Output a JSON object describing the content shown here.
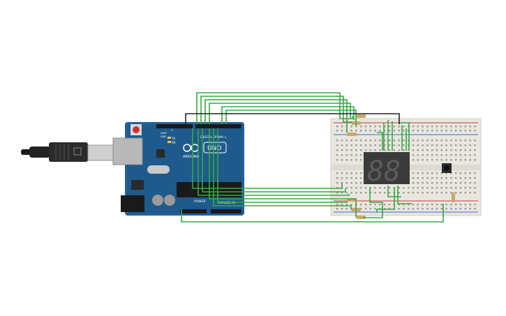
{
  "arduino": {
    "board_label": "UNO",
    "brand_label": "ARDUINO",
    "digital_label": "DIGITAL (PWM~)",
    "analog_label": "ANALOG IN",
    "power_label": "POWER",
    "tx_label": "TX",
    "rx_label": "RX",
    "l_label": "L",
    "aref_label": "AREF",
    "gnd_label": "GND"
  },
  "display": {
    "digits": "88"
  },
  "colors": {
    "wire": "#35a843",
    "wire_black": "#222222",
    "board": "#1f5a8c",
    "breadboard": "#e8e6df",
    "rail_red": "#d23a3a",
    "rail_blue": "#3a6fd2",
    "display_body": "#3a3a3a",
    "segment": "#5b5b5b"
  }
}
